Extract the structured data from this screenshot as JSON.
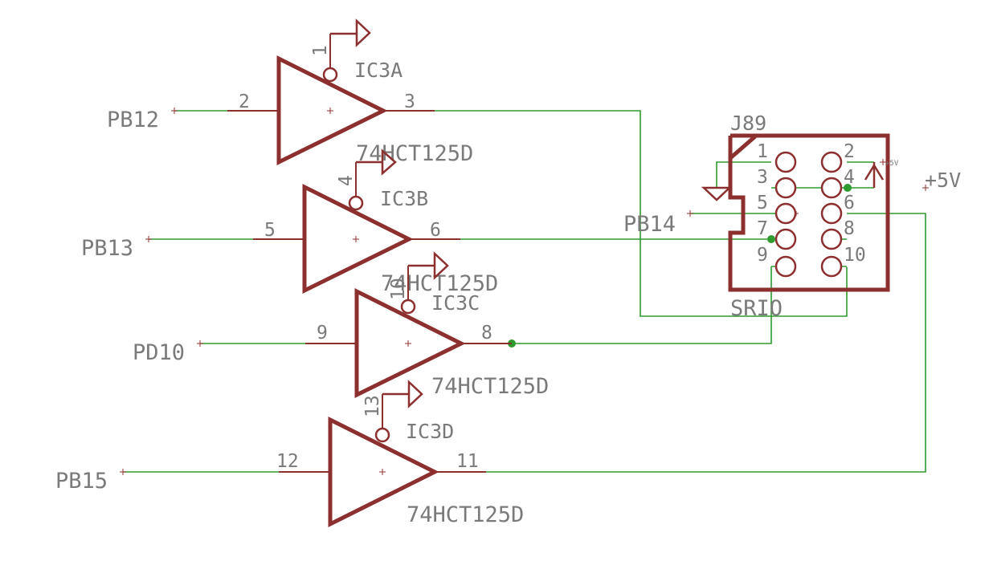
{
  "nets": {
    "pb12": "PB12",
    "pb13": "PB13",
    "pd10": "PD10",
    "pb15": "PB15",
    "pb14": "PB14",
    "vcc": "+5V"
  },
  "gates": [
    {
      "name": "IC3A",
      "value": "74HCT125D",
      "in_pin": "2",
      "out_pin": "3",
      "oe_pin": "1"
    },
    {
      "name": "IC3B",
      "value": "74HCT125D",
      "in_pin": "5",
      "out_pin": "6",
      "oe_pin": "4"
    },
    {
      "name": "IC3C",
      "value": "74HCT125D",
      "in_pin": "9",
      "out_pin": "8",
      "oe_pin": "10"
    },
    {
      "name": "IC3D",
      "value": "74HCT125D",
      "in_pin": "12",
      "out_pin": "11",
      "oe_pin": "13"
    }
  ],
  "connector": {
    "name": "J89",
    "value": "SRIO",
    "pins": [
      "1",
      "2",
      "3",
      "4",
      "5",
      "6",
      "7",
      "8",
      "9",
      "10"
    ],
    "supply_label": "+5V"
  },
  "colors": {
    "part": "#8c2f2f",
    "wire": "#2e9b2e",
    "text": "#7a7a7a",
    "background": "#ffffff"
  }
}
